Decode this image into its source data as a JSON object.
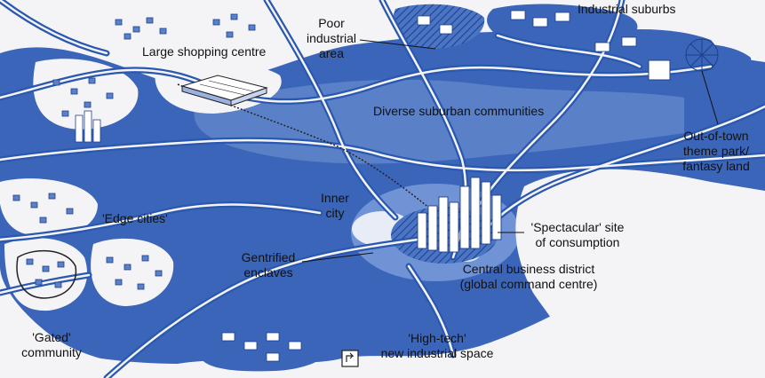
{
  "colors": {
    "land": "#3b65b8",
    "land_light": "#7a9bd6",
    "road": "#3a62b6",
    "paper": "#f4f4f6",
    "ink": "#111111"
  },
  "labels": {
    "poor_industrial_area": [
      "Poor",
      "industrial",
      "area"
    ],
    "industrial_suburbs": "Industrial suburbs",
    "large_shopping_centre": "Large shopping centre",
    "diverse_suburban_communities": "Diverse suburban communities",
    "out_of_town_theme_park": [
      "Out-of-town",
      "theme park/",
      "fantasy land"
    ],
    "inner_city": [
      "Inner",
      "city"
    ],
    "edge_cities": "'Edge cities'",
    "spectacular_site": [
      "'Spectacular' site",
      "of consumption"
    ],
    "gentrified_enclaves": [
      "Gentrified",
      "enclaves"
    ],
    "central_business_district": [
      "Central business district",
      "(global command centre)"
    ],
    "gated_community": [
      "'Gated'",
      "community"
    ],
    "high_tech_space": [
      "'High-tech'",
      "new industrial space"
    ]
  }
}
